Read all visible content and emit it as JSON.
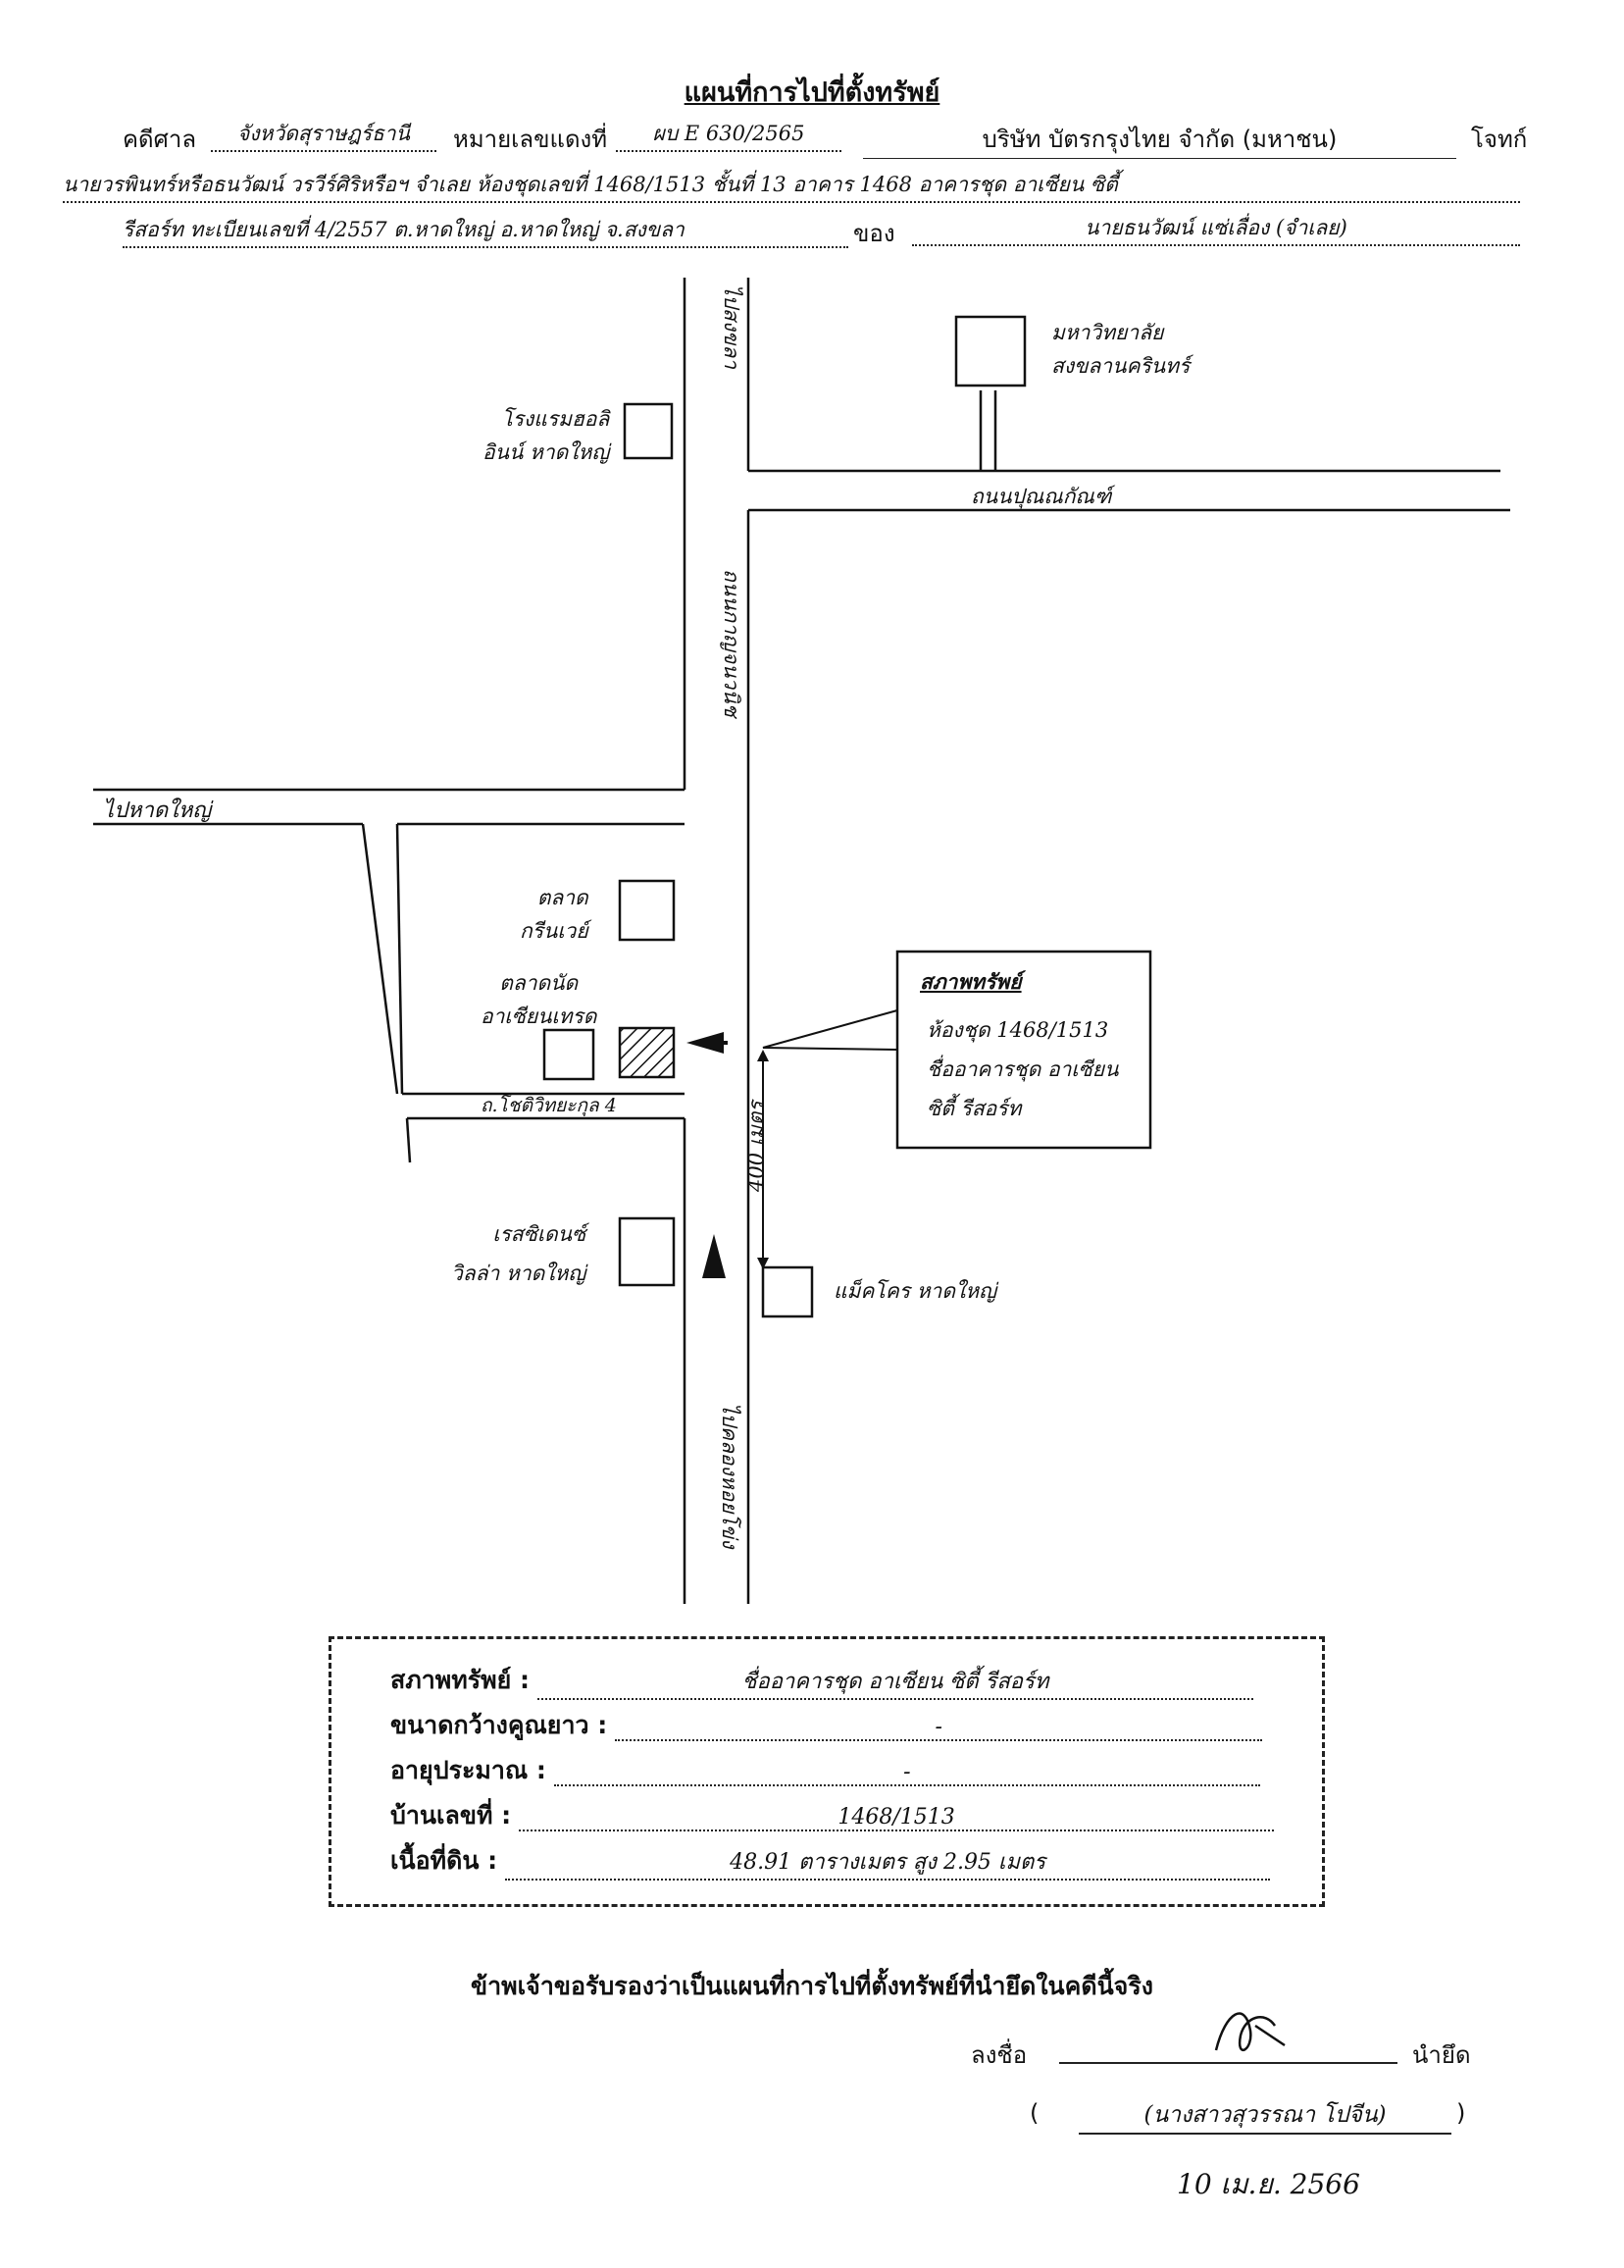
{
  "title": "แผนที่การไปที่ตั้งทรัพย์",
  "header": {
    "court_label": "คดีศาล",
    "court_value": "จังหวัดสุราษฎร์ธานี",
    "case_label": "หมายเลขแดงที่",
    "case_value": "ผบ E 630/2565",
    "plaintiff_value": "บริษัท บัตรกรุงไทย จำกัด (มหาชน)",
    "plaintiff_label": "โจทก์",
    "line2": "นายวรพินทร์หรือธนวัฒน์ วรวีร์ศิริหรือฯ จำเลย  ห้องชุดเลขที่ 1468/1513 ชั้นที่ 13 อาคาร 1468 อาคารชุด อาเซียน ซิตี้",
    "line3_a": "รีสอร์ท ทะเบียนเลขที่ 4/2557 ต.หาดใหญ่ อ.หาดใหญ่ จ.สงขลา",
    "line3_of": "ของ",
    "line3_b": "นายธนวัฒน์ แซ่เลื่อง (จำเลย)"
  },
  "map": {
    "to_songkhla": "ไปสงขลา",
    "university": "มหาวิทยาลัย\nสงขลานครินทร์",
    "hotel": "โรงแรมฮอลิ\nอินน์ หาดใหญ่",
    "road_punnakan": "ถนนปุณณกัณฑ์",
    "road_kanchanawanit": "ถนนกาญจนวนิช",
    "to_hatyai": "ไปหาดใหญ่",
    "market": "ตลาด\nกรีนเวย์",
    "asean_market": "ตลาดนัด\nอาเซียนเทรด",
    "soi": "ถ.โชติวิทยะกุล 4",
    "callout_title": "สภาพทรัพย์",
    "callout_body": "ห้องชุด 1468/1513\nชื่ออาคารชุด อาเซียน\nซิตี้ รีสอร์ท",
    "distance": "400 เมตร",
    "residence": "เรสซิเดนซ์\nวิลล่า หาดใหญ่",
    "makro": "แม็คโคร หาดใหญ่",
    "to_khlonghoi": "ไปคลองหอยโข่ง"
  },
  "details": {
    "condition_label": "สภาพทรัพย์ :",
    "condition_value": "ชื่ออาคารชุด อาเซียน ซิตี้ รีสอร์ท",
    "size_label": "ขนาดกว้างคูณยาว :",
    "size_value": "-",
    "age_label": "อายุประมาณ :",
    "age_value": "-",
    "house_label": "บ้านเลขที่ :",
    "house_value": "1468/1513",
    "area_label": "เนื้อที่ดิน :",
    "area_value": "48.91  ตารางเมตร  สูง 2.95  เมตร"
  },
  "certify": "ข้าพเจ้าขอรับรองว่าเป็นแผนที่การไปที่ตั้งทรัพย์ที่นำยึดในคดีนี้จริง",
  "sign_label": "ลงชื่อ",
  "sign_role": "นำยึด",
  "signer_name": "(นางสาวสุวรรณา โปจีน)",
  "paren_open": "(",
  "paren_close": ")",
  "date": "10 เม.ย. 2566"
}
